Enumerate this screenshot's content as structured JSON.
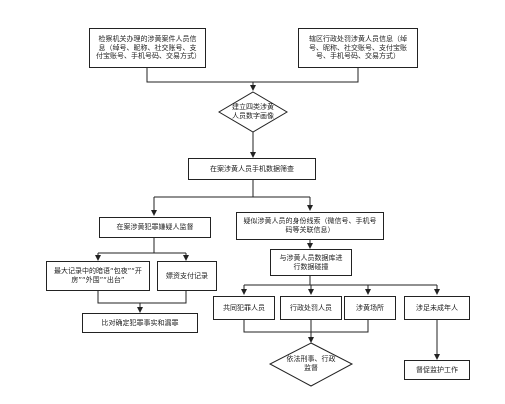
{
  "nodes": {
    "procuratorate_info": "检察机关办理的涉黄案件人员信息（绰号、昵称、社交账号、支付宝账号、手机号码、交易方式）",
    "district_admin_info": "辖区行政处罚涉黄人员信息（绰号、昵称、社交账号、支付宝账号、手机号码、交易方式）",
    "build_portrait": "建立四类涉黄人员数字画像",
    "phone_screening": "在案涉黄人员手机数据筛查",
    "suspect_monitoring": "在案涉黄犯罪嫌疑人监督",
    "suspect_leads": "疑似涉黄人员的身份线索（微信号、手机号码等关联信息）",
    "max_record": "最大记录中的暗语“包夜”“开房”“外围”“出台”",
    "payment_record": "嫖资支付记录",
    "compare_charges": "比对确定犯罪事实和漏罪",
    "db_collision": "与涉黄人员数据库进行数据碰撞",
    "accomplice": "共同犯罪人员",
    "admin_punished": "行政处罚人员",
    "venue": "涉黄场所",
    "minors": "涉足未成年人",
    "legal_supervision": "依法刑事、行政监督",
    "urge_protection": "督促监护工作"
  }
}
